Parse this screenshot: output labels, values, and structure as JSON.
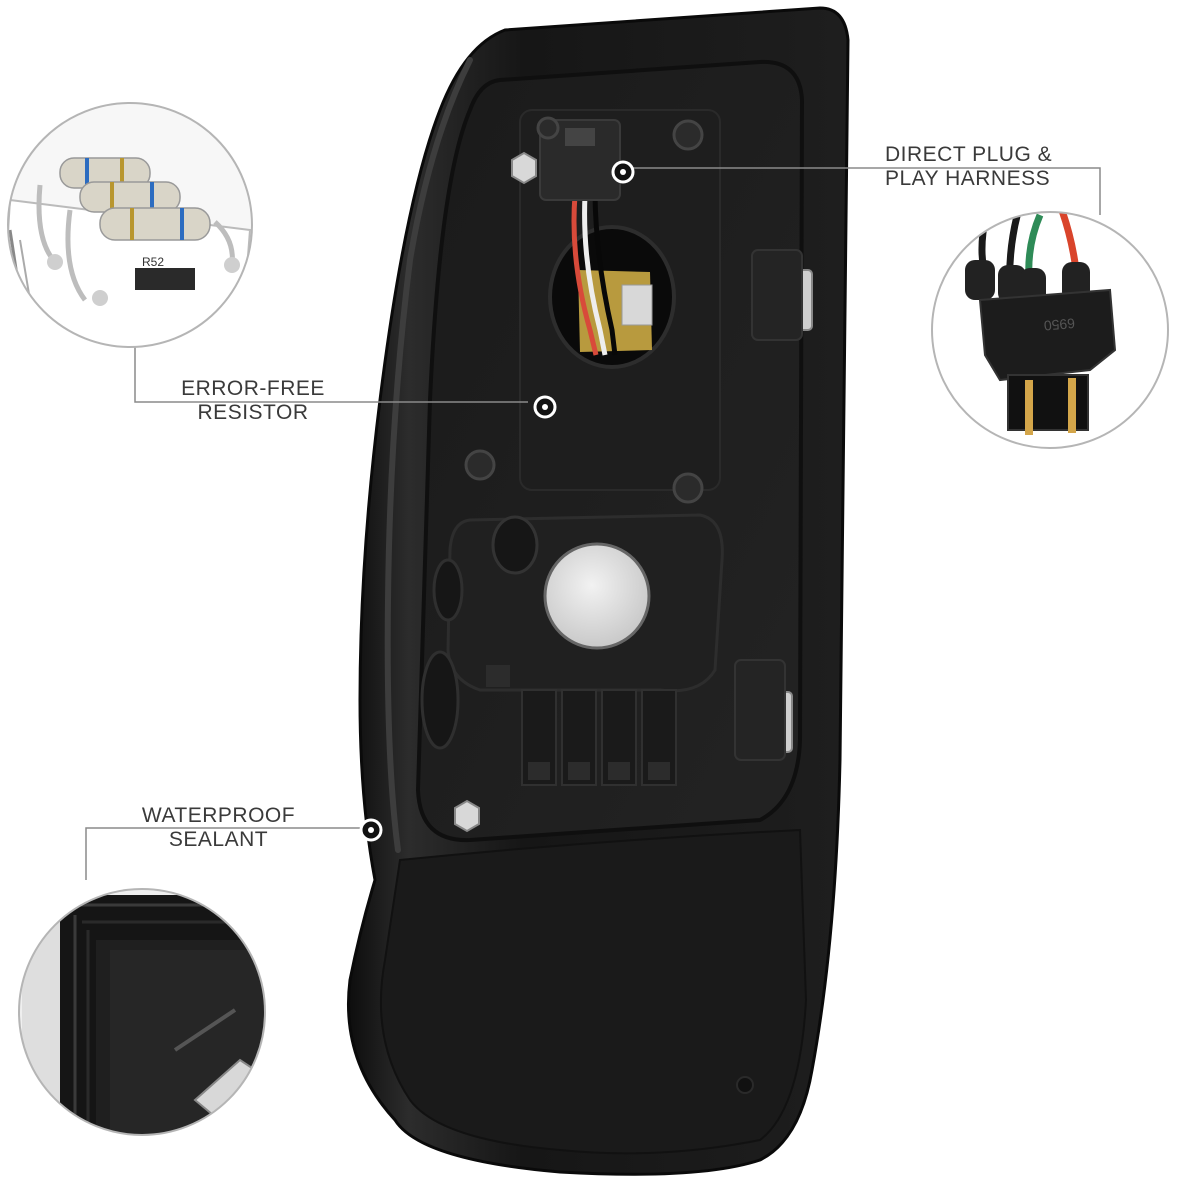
{
  "image": {
    "subject": "tail-lamp-housing-rear-view",
    "background_color": "#ffffff",
    "housing_color": "#1c1c1c"
  },
  "callouts": {
    "resistor": {
      "line1": "ERROR-FREE",
      "line2": "RESISTOR"
    },
    "harness": {
      "line1": "DIRECT PLUG &",
      "line2": "PLAY HARNESS"
    },
    "sealant": {
      "line1": "WATERPROOF",
      "line2": "SEALANT"
    }
  },
  "resistor_board": {
    "marking": "R52"
  },
  "connector": {
    "marking": "6950"
  },
  "wire_colors": [
    "#1a1a1a",
    "#2e8b57",
    "#d9442b",
    "#1a1a1a"
  ]
}
